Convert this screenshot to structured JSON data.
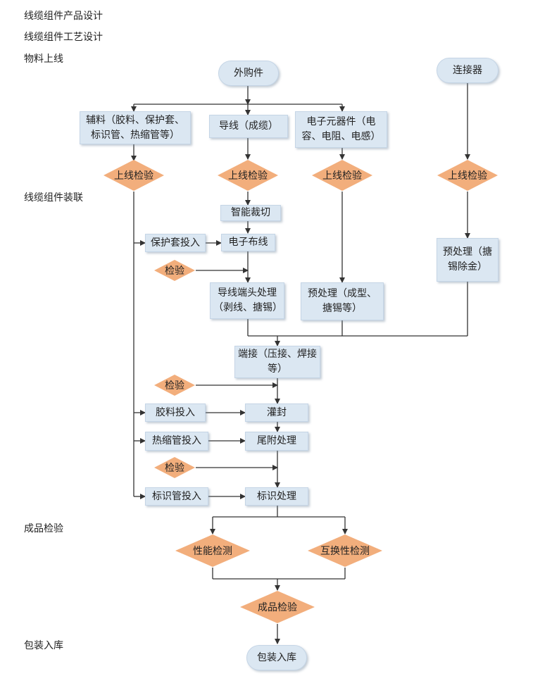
{
  "stages": {
    "product_design": "线缆组件产品设计",
    "process_design": "线缆组件工艺设计",
    "material_online": "物料上线",
    "assembly": "线缆组件装联",
    "final_inspection": "成品检验",
    "packaging_storage": "包装入库"
  },
  "nodes": {
    "purchased_parts": "外购件",
    "connector": "连接器",
    "aux_materials": "辅料（胶料、保护套、标识管、热缩管等）",
    "wire": "导线（成缆）",
    "electronic_components": "电子元器件（电容、电阻、电感）",
    "online_check": "上线检验",
    "smart_cutting": "智能裁切",
    "electronic_wiring": "电子布线",
    "sheath_input": "保护套投入",
    "inspection": "检验",
    "wire_end_processing": "导线端头处理（剥线、搪锡）",
    "pre_processing_forming": "预处理（成型、搪锡等）",
    "pre_processing_gold": "预处理（搪锡除金）",
    "termination": "端接（压接、焊接等）",
    "glue_input": "胶料投入",
    "potting": "灌封",
    "heat_shrink_input": "热缩管投入",
    "tail_processing": "尾附处理",
    "marker_input": "标识管投入",
    "marking": "标识处理",
    "performance_test": "性能检测",
    "interchangeability_test": "互换性检测",
    "product_inspection": "成品检验",
    "packaging": "包装入库"
  },
  "colors": {
    "box_fill": "#dbe7f2",
    "diamond_fill": "#f2ae7c",
    "line": "#333333"
  }
}
